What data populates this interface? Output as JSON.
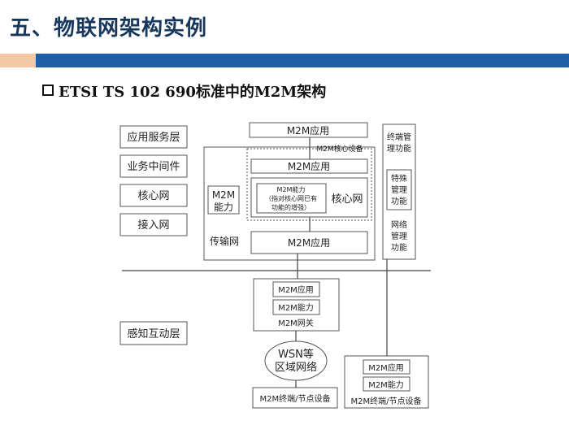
{
  "slide": {
    "title": "五、物联网架构实例",
    "subtitle": "ETSI TS 102 690标准中的M2M架构"
  },
  "layers": {
    "app_service": "应用服务层",
    "middleware": "业务中间件",
    "core_network": "核心网",
    "access_network": "接入网",
    "perception": "感知互动层"
  },
  "diagram": {
    "m2m_app_top": "M2M应用",
    "m2m_core_device": "M2M核心设备",
    "m2m_app_core": "M2M应用",
    "m2m_capability_left_1": "M2M",
    "m2m_capability_left_2": "能力",
    "m2m_capability_inner_1": "M2M能力",
    "m2m_capability_inner_2": "（指对核心网已有",
    "m2m_capability_inner_3": "功能的增强）",
    "core_network_label": "核心网",
    "transport_network_label": "传输网",
    "m2m_app_transport": "M2M应用",
    "terminal_mgmt": [
      "终端管",
      "理功能"
    ],
    "special_mgmt": [
      "特殊",
      "管理",
      "功能"
    ],
    "network_mgmt": [
      "网络",
      "管理",
      "功能"
    ],
    "gateway_app": "M2M应用",
    "gateway_capability": "M2M能力",
    "gateway_label": "M2M网关",
    "wsn_1": "WSN等",
    "wsn_2": "区域网络",
    "terminal_left": "M2M终端/节点设备",
    "terminal_right_app": "M2M应用",
    "terminal_right_capability": "M2M能力",
    "terminal_right": "M2M终端/节点设备"
  }
}
